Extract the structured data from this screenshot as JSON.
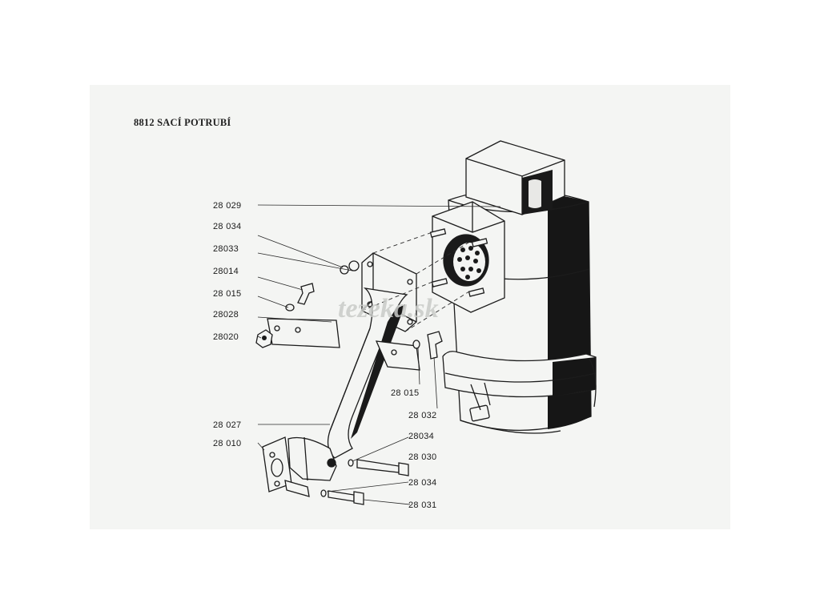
{
  "title": "8812 SACÍ POTRUBÍ",
  "watermark": "tezeka.sk",
  "labels": [
    {
      "id": "l-28029",
      "text": "28 029"
    },
    {
      "id": "l-28034a",
      "text": "28 034"
    },
    {
      "id": "l-28033",
      "text": "28033"
    },
    {
      "id": "l-28014",
      "text": "28014"
    },
    {
      "id": "l-28015a",
      "text": "28 015"
    },
    {
      "id": "l-28028",
      "text": "28028"
    },
    {
      "id": "l-28020",
      "text": "28020"
    },
    {
      "id": "l-28027",
      "text": "28 027"
    },
    {
      "id": "l-28010",
      "text": "28 010"
    },
    {
      "id": "l-28015b",
      "text": "28 015"
    },
    {
      "id": "l-28032",
      "text": "28 032"
    },
    {
      "id": "l-28034b",
      "text": "28034"
    },
    {
      "id": "l-28030",
      "text": "28 030"
    },
    {
      "id": "l-28034c",
      "text": "28 034"
    },
    {
      "id": "l-28031",
      "text": "28 031"
    }
  ]
}
